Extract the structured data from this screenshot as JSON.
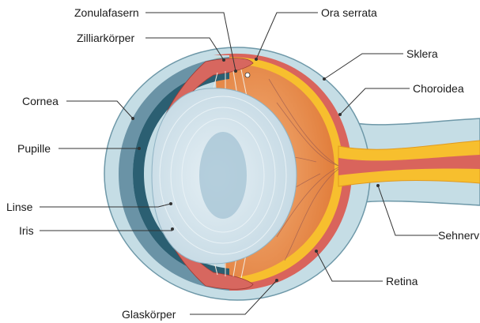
{
  "labels": {
    "zonulafasern": "Zonulafasern",
    "zilliarkoerper": "Zilliarkörper",
    "cornea": "Cornea",
    "pupille": "Pupille",
    "linse": "Linse",
    "iris": "Iris",
    "glaskoerper": "Glaskörper",
    "ora_serrata": "Ora serrata",
    "sklera": "Sklera",
    "choroidea": "Choroidea",
    "sehnerv": "Sehnerv",
    "retina": "Retina"
  },
  "colors": {
    "sclera": "#c5dde5",
    "sclera_outline": "#6e98a8",
    "choroid": "#d9645c",
    "retina": "#f7bf2e",
    "vitreous": "#eb8d4a",
    "cornea_outer": "#6a93a6",
    "cornea_inner": "#2b5f72",
    "lens": "#cfe1ea",
    "lens_nucleus": "#a8c6d6",
    "ciliary": "#d7675f"
  }
}
